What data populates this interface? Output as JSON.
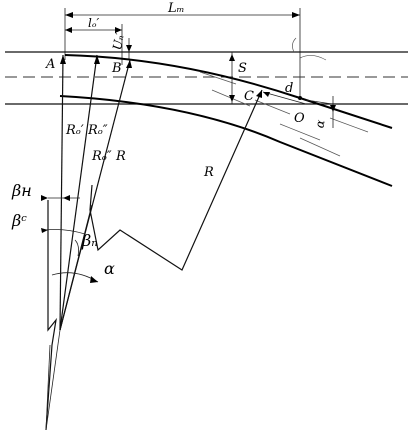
{
  "labels": {
    "Lm": "Lₘ",
    "lo": "lₒ′",
    "Un": "Uₙ′",
    "A": "A",
    "B": "B",
    "S": "S",
    "C": "C",
    "d": "d",
    "O": "O",
    "alpha_top": "α",
    "Ro1": "Rₒ′",
    "Ro2": "Rₒ″",
    "Ro3": "Rₒ″",
    "R_small": "R",
    "R_big": "R",
    "beta_n_upper": "βн",
    "beta_c": "βᶜ",
    "beta_n": "βₙ",
    "alpha": "α"
  }
}
